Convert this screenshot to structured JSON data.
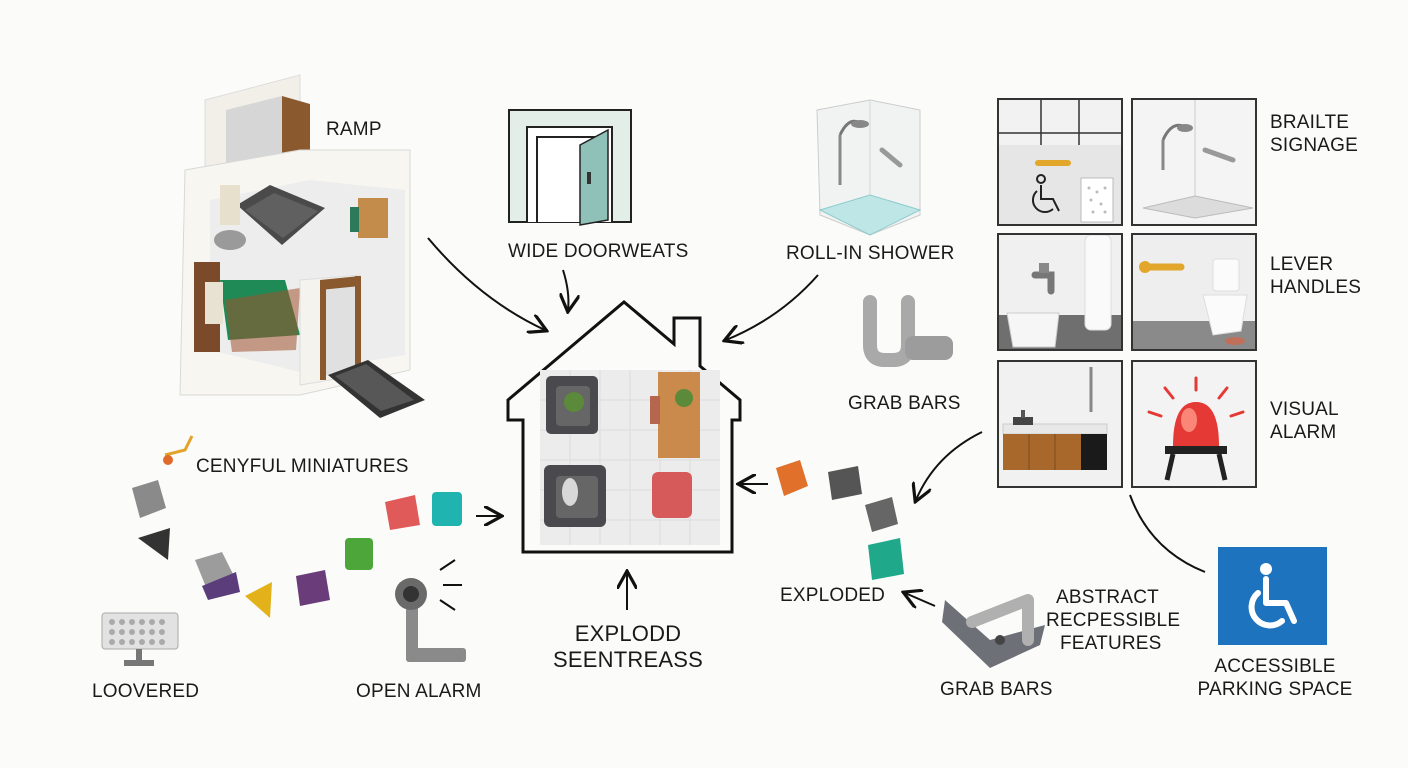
{
  "labels": {
    "ramp": "RAMP",
    "wide_doorways": "WIDE DOORWEATS",
    "roll_in_shower": "ROLL-IN SHOWER",
    "braille_1": "BRAILTE",
    "braille_2": "SIGNAGE",
    "lever_1": "LEVER",
    "lever_2": "HANDLES",
    "grab_bars_mid": "GRAB BARS",
    "visual_1": "VISUAL",
    "visual_2": "ALARM",
    "cenyful": "CENYFUL MINIATURES",
    "exploded_center_1": "EXPLODD",
    "exploded_center_2": "SEENTREASS",
    "exploded_right": "EXPLODED",
    "abstract_1": "ABSTRACT",
    "abstract_2": "RECPESSIBLE",
    "abstract_3": "FEATURES",
    "grab_bars_bottom": "GRAB BARS",
    "parking_1": "ACCESSIBLE",
    "parking_2": "PARKING SPACE",
    "loovered": "LOOVERED",
    "open_alarm": "OPEN ALARM"
  },
  "colors": {
    "accessible_blue": "#1e73be",
    "bed_green": "#1f8a55",
    "door_wood": "#8a5a2e",
    "alarm_red": "#e53935"
  },
  "icons": [
    "wheelchair-icon",
    "wall-switch-icon",
    "alarm-light-icon"
  ]
}
